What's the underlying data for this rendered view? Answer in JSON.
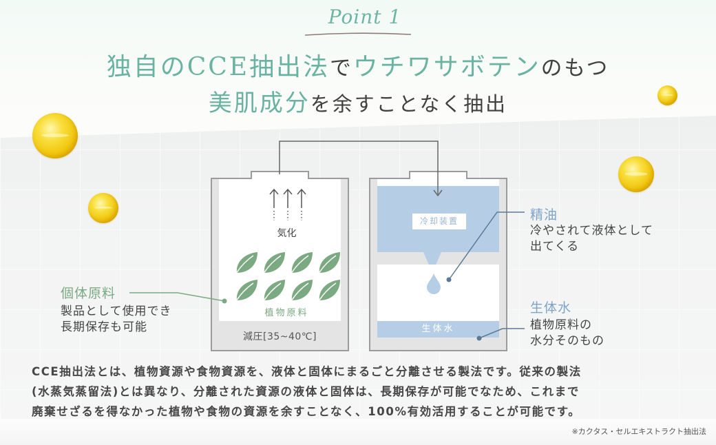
{
  "heading": {
    "point_label": "Point 1",
    "title_line1": [
      {
        "text": "独自のCCE抽出法",
        "accent": true
      },
      {
        "text": "で",
        "accent": false
      },
      {
        "text": "ウチワサボテン",
        "accent": true
      },
      {
        "text": "のもつ",
        "accent": false
      }
    ],
    "title_line2": [
      {
        "text": "美肌成分",
        "accent": true
      },
      {
        "text": "を余すことなく抽出",
        "accent": false
      }
    ]
  },
  "diagram": {
    "left_vessel": {
      "vapor_label": "気化",
      "material_label": "植物原料",
      "pressure_label": "減圧[35~40℃]",
      "leaf_count": 8
    },
    "right_vessel": {
      "cooler_label": "冷却装置",
      "bio_water_label": "生体水"
    },
    "callouts": {
      "solid": {
        "title": "個体原料",
        "body_line1": "製品として使用でき",
        "body_line2": "長期保存も可能"
      },
      "essential_oil": {
        "title": "精油",
        "body_line1": "冷やされて液体として",
        "body_line2": "出てくる"
      },
      "bio_water": {
        "title": "生体水",
        "body_line1": "植物原料の",
        "body_line2": "水分そのもの"
      }
    }
  },
  "description": {
    "line1": "CCE抽出法とは、植物資源や食物資源を、液体と固体にまるごと分離させる製法です。従来の製法",
    "line2": "(水蒸気蒸留法)とは異なり、分離された資源の液体と固体は、長期保存が可能でなため、これまで",
    "line3": "廃棄せざるを得なかった植物や食物の資源を余すことなく、100%有効活用することが可能です。",
    "note": "※カクタス・セルエキストラクト抽出法"
  },
  "colors": {
    "accent_teal": "#6ab3a2",
    "leaf_green": "#7aa982",
    "water_blue": "#b5cee6",
    "callout_blue": "#7ea4c8",
    "bubble_yellow": "#f0c40a"
  }
}
